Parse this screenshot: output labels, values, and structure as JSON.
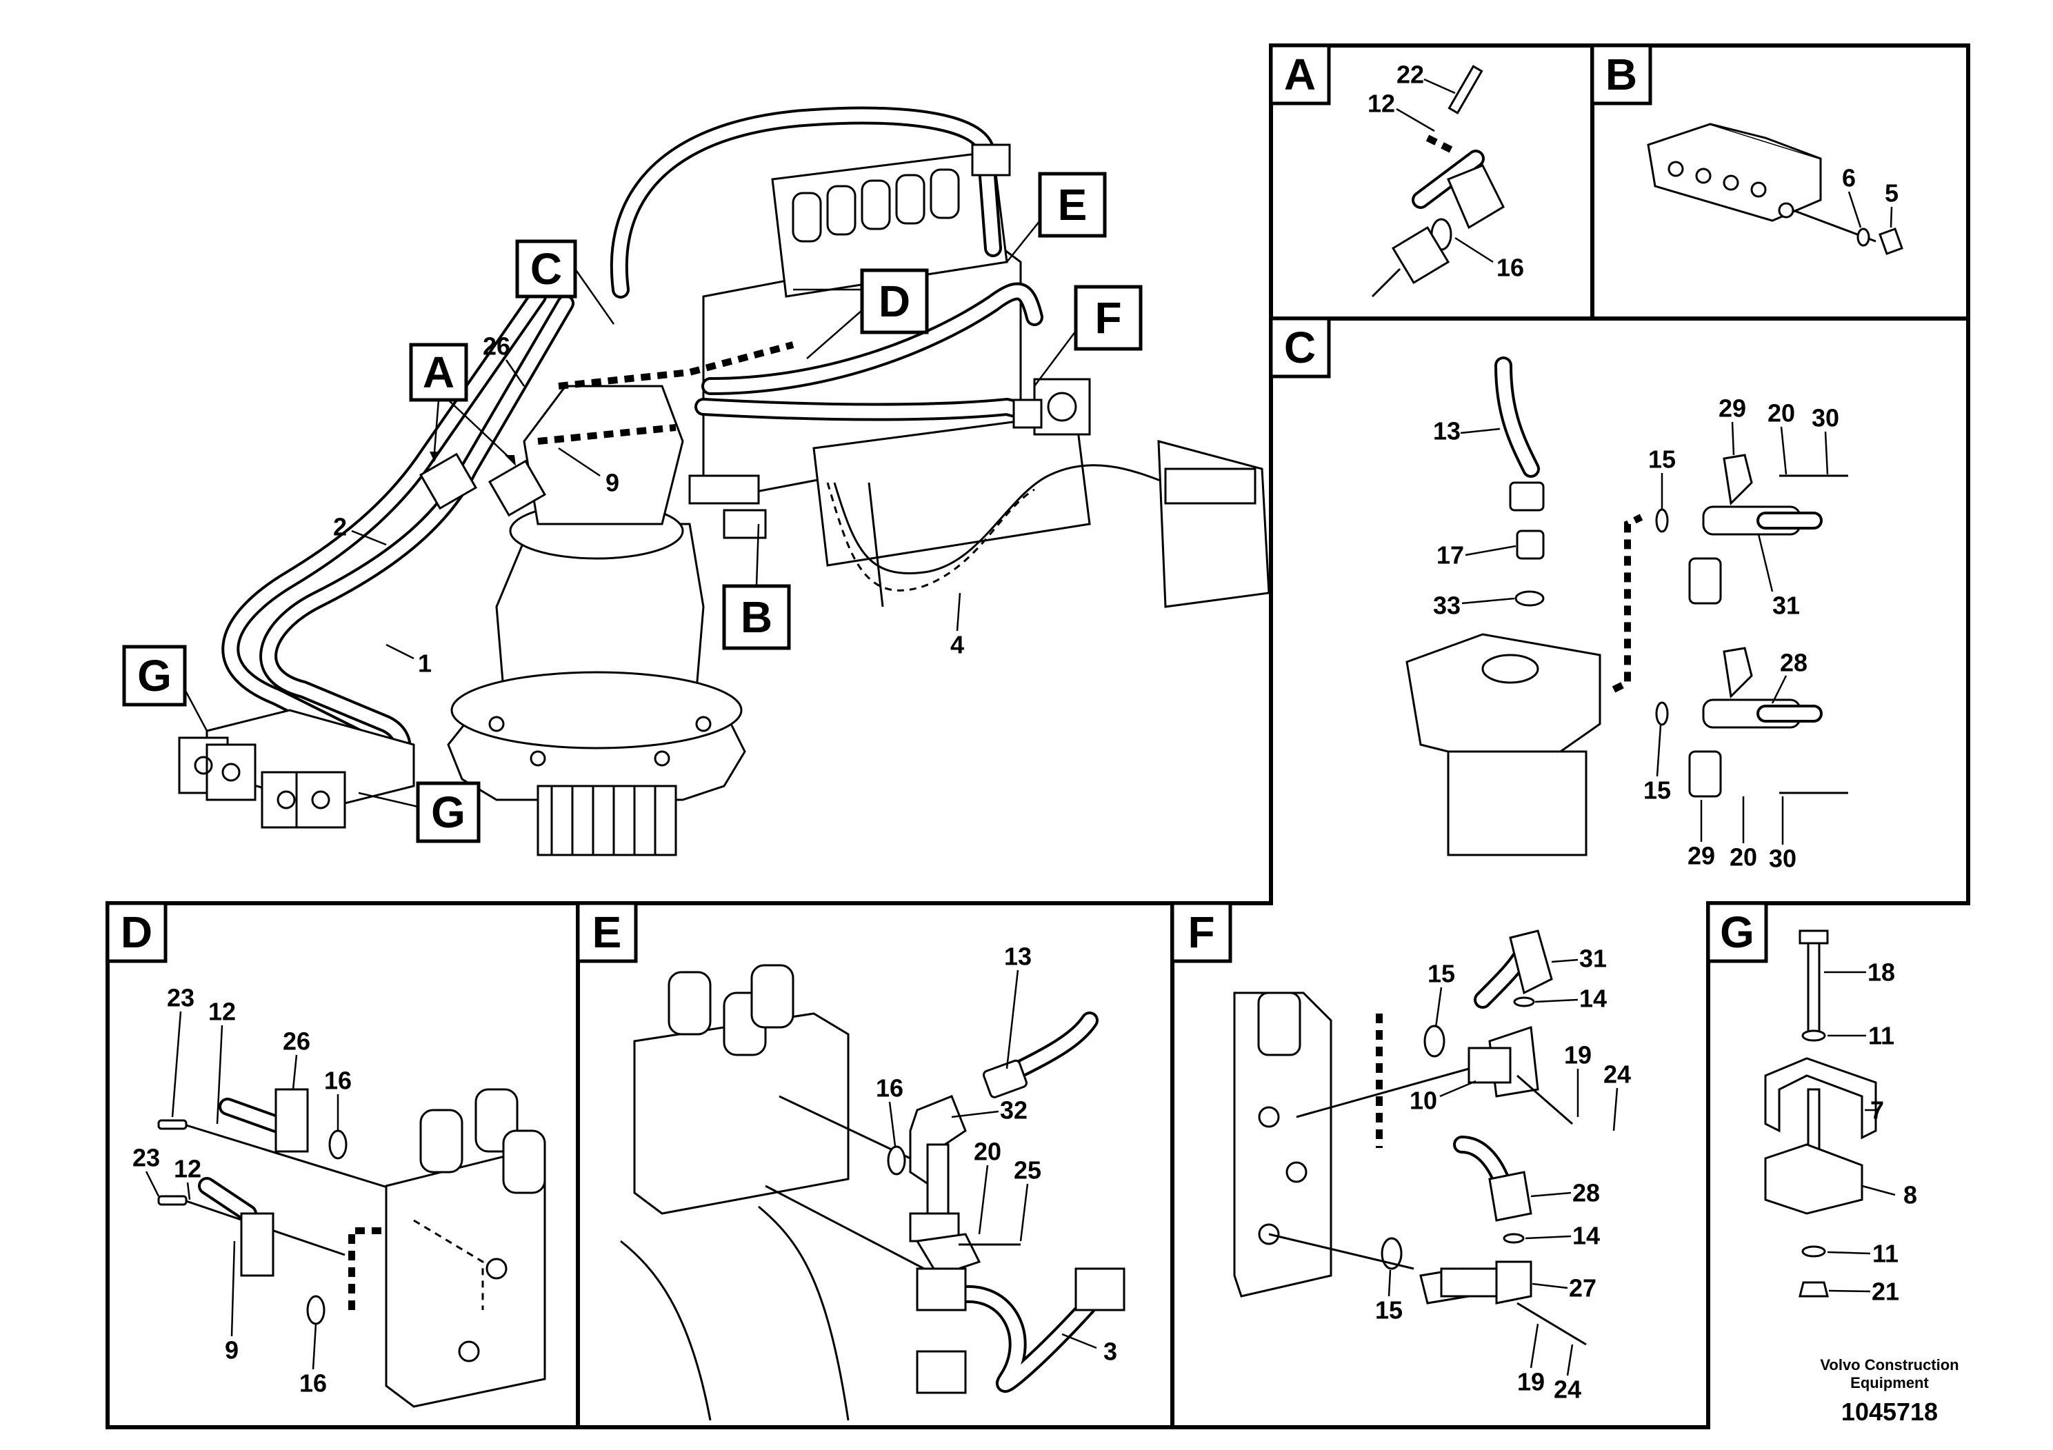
{
  "main_view": {
    "callouts": [
      "A",
      "B",
      "C",
      "D",
      "E",
      "F",
      "G"
    ],
    "part_numbers": [
      "26",
      "2",
      "9",
      "1",
      "4"
    ]
  },
  "panels": {
    "A": {
      "label": "A",
      "numbers": [
        "22",
        "12",
        "16"
      ]
    },
    "B": {
      "label": "B",
      "numbers": [
        "6",
        "5"
      ]
    },
    "C": {
      "label": "C",
      "numbers": [
        "13",
        "29",
        "20",
        "30",
        "15",
        "17",
        "33",
        "31",
        "28",
        "15",
        "29",
        "20",
        "30"
      ]
    },
    "D": {
      "label": "D",
      "numbers": [
        "23",
        "12",
        "26",
        "16",
        "23",
        "12",
        "9",
        "16"
      ]
    },
    "E": {
      "label": "E",
      "numbers": [
        "13",
        "16",
        "32",
        "20",
        "25",
        "3"
      ]
    },
    "F": {
      "label": "F",
      "numbers": [
        "15",
        "31",
        "14",
        "19",
        "24",
        "10",
        "28",
        "14",
        "15",
        "27",
        "19",
        "24"
      ]
    },
    "G": {
      "label": "G",
      "numbers": [
        "18",
        "11",
        "7",
        "8",
        "11",
        "21"
      ]
    }
  },
  "footer": {
    "brand_line1": "Volvo Construction",
    "brand_line2": "Equipment",
    "doc_number": "1045718"
  }
}
